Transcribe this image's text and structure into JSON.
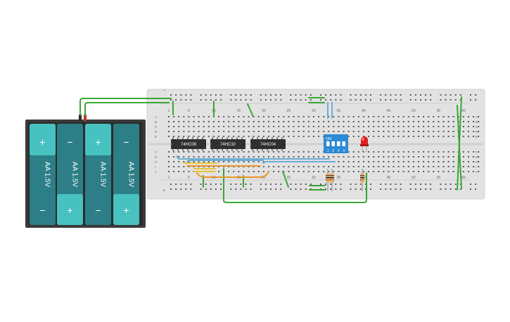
{
  "colors": {
    "board": "#e2e2e2",
    "hole": "#5a5a5a",
    "green_wire": "#3aa635",
    "blue_wire": "#6aaed6",
    "orange_wire": "#e8962a",
    "yellow_wire": "#e9c53a",
    "battery_body": "#2c7f86",
    "battery_cap": "#48c1c1",
    "holder": "#3a3a3a",
    "chip": "#2f2f2f",
    "dip_switch": "#2b8ad6",
    "led": "#e02020",
    "rail_red": "#d23b3b"
  },
  "batteries": [
    {
      "label": "AA 1.5V",
      "top_symbol": "+",
      "bottom_symbol": "−"
    },
    {
      "label": "AA 1.5V",
      "top_symbol": "−",
      "bottom_symbol": "+"
    },
    {
      "label": "AA 1.5V",
      "top_symbol": "+",
      "bottom_symbol": "−"
    },
    {
      "label": "AA 1.5V",
      "top_symbol": "−",
      "bottom_symbol": "+"
    }
  ],
  "chips": [
    {
      "label": "74HC08"
    },
    {
      "label": "74HC32"
    },
    {
      "label": "74HC04"
    }
  ],
  "dip_switch": {
    "on_label": "ON",
    "numbers": [
      "1",
      "2",
      "3",
      "4"
    ]
  },
  "column_numbers": [
    "1",
    "5",
    "10",
    "15",
    "20",
    "25",
    "30",
    "35",
    "40",
    "45",
    "50",
    "55",
    "60"
  ],
  "row_letters_top": [
    "A",
    "B",
    "C",
    "D",
    "E"
  ],
  "row_letters_bottom": [
    "F",
    "G",
    "H",
    "I",
    "J"
  ],
  "rail_labels": {
    "minus": "−",
    "plus": "+"
  }
}
